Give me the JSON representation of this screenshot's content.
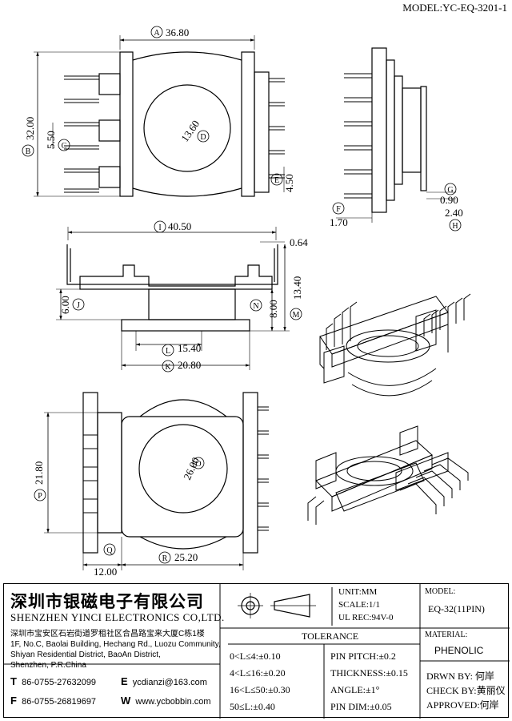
{
  "model": "MODEL:YC-EQ-3201-1",
  "dims": {
    "A": "36.80",
    "B": "32.00",
    "C": "5.50",
    "D": "13.60",
    "E": "4.50",
    "F": "1.70",
    "G": "0.90",
    "H": "2.40",
    "I": "40.50",
    "J": "6.00",
    "K": "20.80",
    "L": "15.40",
    "M": "13.40",
    "N": "8.00",
    "O": "26.00",
    "P": "21.80",
    "Q": "12.00",
    "R": "25.20",
    "T": "0.64"
  },
  "letters": {
    "A": "A",
    "B": "B",
    "C": "C",
    "D": "D",
    "E": "E",
    "F": "F",
    "G": "G",
    "H": "H",
    "I": "I",
    "J": "J",
    "K": "K",
    "L": "L",
    "M": "M",
    "N": "N",
    "O": "O",
    "P": "P",
    "Q": "Q",
    "R": "R"
  },
  "company": {
    "name_cn": "深圳市银磁电子有限公司",
    "name_en": "SHENZHEN YINCI ELECTRONICS CO,LTD.",
    "address": [
      "深圳市宝安区石岩街道罗租社区合昌路宝来大厦C栋1楼",
      "1F, No.C, Baolai Building, Hechang Rd., Luozu Community,",
      "Shiyan Residential District, BaoAn District,",
      "Shenzhen, P.R.China"
    ],
    "tel_label": "T",
    "tel": "86-0755-27632099",
    "fax_label": "F",
    "fax": "86-0755-26819697",
    "email_label": "E",
    "email": "ycdianzi@163.com",
    "web_label": "W",
    "web": "www.ycbobbin.com"
  },
  "info": {
    "unit": "UNIT:MM",
    "scale": "SCALE:1/1",
    "ul": "UL REC:94V-0",
    "model_label": "MODEL:",
    "model_value": "EQ-32(11PIN)",
    "material_label": "MATERIAL:",
    "material_value": "PHENOLIC"
  },
  "tolerance": {
    "title": "TOLERANCE",
    "left": [
      "0<L≤4:±0.10",
      "4<L≤16:±0.20",
      "16<L≤50:±0.30",
      "50≤L:±0.40"
    ],
    "right": [
      "PIN PITCH:±0.2",
      "THICKNESS:±0.15",
      "ANGLE:±1°",
      "PIN DIM:±0.05"
    ]
  },
  "signoff": {
    "drawn": "DRWN BY: 何岸",
    "check": "CHECK BY:黄丽仪",
    "approved": "APPROVED:何岸"
  }
}
